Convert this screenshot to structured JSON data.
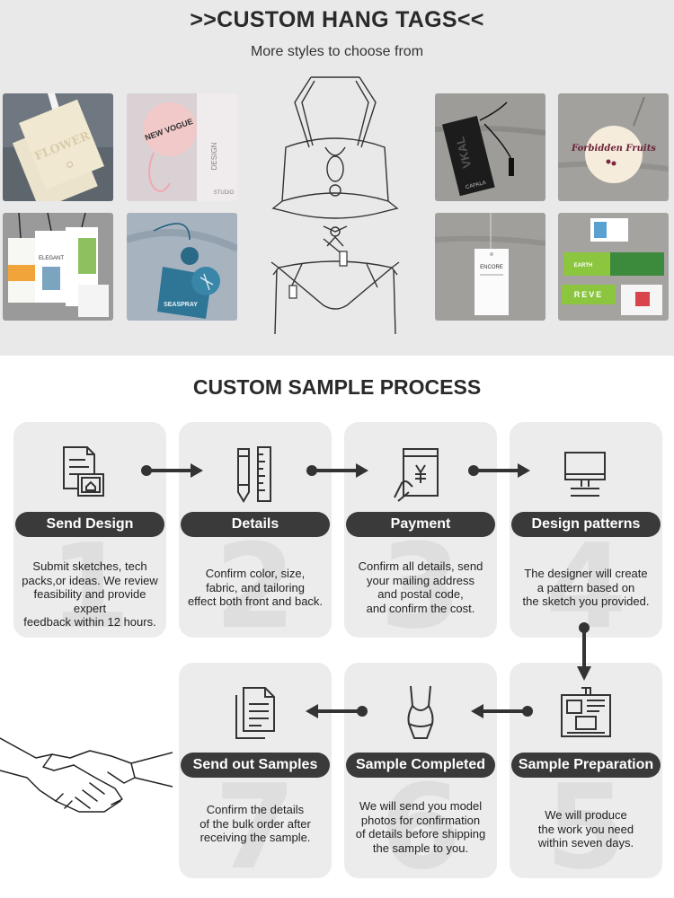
{
  "header": {
    "title": ">>CUSTOM HANG TAGS<<",
    "subtitle": "More styles to choose from"
  },
  "tag_photos": [
    {
      "icon": "cream-embossed-tag-photo",
      "embossed_text": "FLOWER"
    },
    {
      "icon": "pink-round-tag-photo",
      "brand_text": "NEW VOGUE",
      "side_text": "DESIGN",
      "bottom_text": "STUDIO"
    },
    {
      "icon": "elegant-tags-photo",
      "brand_text": "ELEGANT"
    },
    {
      "icon": "seaspray-blue-tag-photo",
      "brand_text": "SEASPRAY"
    },
    {
      "icon": "black-capala-tag-photo",
      "brand_text": "CAPALA"
    },
    {
      "icon": "round-forbidden-fruits-tag-photo",
      "brand_text": "Forbidden Fruits"
    },
    {
      "icon": "white-encore-tag-photo",
      "brand_text": "ENCORE"
    },
    {
      "icon": "green-earth-tags-photo",
      "brand_text": "EARTH",
      "side_text": "REVE"
    }
  ],
  "process": {
    "title": "CUSTOM SAMPLE PROCESS",
    "steps": [
      {
        "number": "1",
        "icon": "document-design-icon",
        "label": "Send Design",
        "desc": "Submit sketches, tech\npacks,or ideas. We review\nfeasibility and provide expert\nfeedback within 12 hours."
      },
      {
        "number": "2",
        "icon": "pencil-ruler-icon",
        "label": "Details",
        "desc": "Confirm color, size,\nfabric, and tailoring\neffect both front and back."
      },
      {
        "number": "3",
        "icon": "payment-yen-icon",
        "label": "Payment",
        "desc": "Confirm all details, send\nyour mailing address\nand postal code,\nand confirm the cost."
      },
      {
        "number": "4",
        "icon": "computer-monitor-icon",
        "label": "Design patterns",
        "desc": "The designer will create\na pattern based on\nthe sketch you provided."
      },
      {
        "number": "5",
        "icon": "machine-icon",
        "label": "Sample Preparation",
        "desc": "We will produce\nthe work you need\nwithin seven days."
      },
      {
        "number": "6",
        "icon": "swimsuit-icon",
        "label": "Sample Completed",
        "desc": "We will send you model\nphotos for confirmation\nof details before shipping\nthe sample to you."
      },
      {
        "number": "7",
        "icon": "documents-icon",
        "label": "Send out Samples",
        "desc": "Confirm the details\nof the bulk order after\nreceiving the sample."
      }
    ]
  },
  "colors": {
    "dark": "#3a3a3a",
    "card": "#ececec",
    "top_bg": "#e9e9e9"
  }
}
